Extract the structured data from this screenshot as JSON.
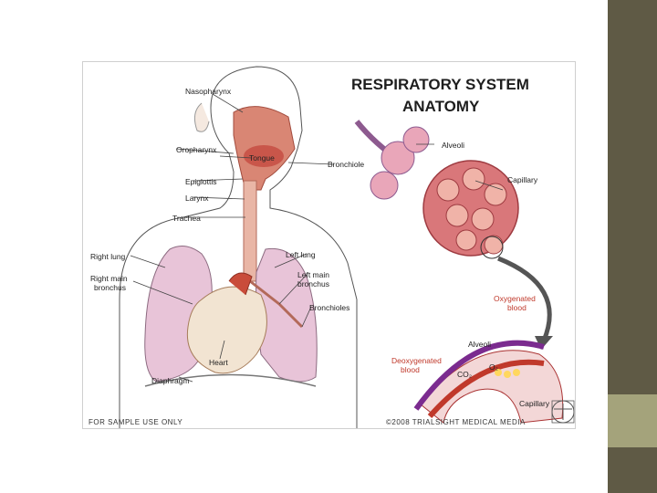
{
  "title_line1": "RESPIRATORY SYSTEM",
  "title_line2": "ANATOMY",
  "labels": {
    "nasopharynx": "Nasopharynx",
    "oropharynx": "Oropharynx",
    "tongue": "Tongue",
    "epiglottis": "Epiglottis",
    "larynx": "Larynx",
    "trachea": "Trachea",
    "right_lung": "Right lung",
    "right_main_bronchus_1": "Right main",
    "right_main_bronchus_2": "bronchus",
    "left_lung": "Left lung",
    "left_main_bronchus_1": "Left main",
    "left_main_bronchus_2": "bronchus",
    "bronchioles": "Bronchioles",
    "heart": "Heart",
    "diaphragm": "Diaphragm",
    "bronchiole": "Bronchiole",
    "alveoli_top": "Alveoli",
    "capillary_top": "Capillary",
    "oxygenated_1": "Oxygenated",
    "oxygenated_2": "blood",
    "alveoli_inset": "Alveoli",
    "deoxygenated_1": "Deoxygenated",
    "deoxygenated_2": "blood",
    "co2": "CO₂",
    "o2": "O₂",
    "capillary_inset": "Capillary"
  },
  "footer_left": "FOR SAMPLE USE ONLY",
  "footer_right": "©2008 TRIALSIGHT MEDICAL MEDIA",
  "colors": {
    "slide_bar_dark": "#5f5a45",
    "slide_bar_light": "#a4a37b",
    "lung": "#e8c4d8",
    "alveoli": "#d9777a",
    "accent_red": "#c0392b"
  }
}
